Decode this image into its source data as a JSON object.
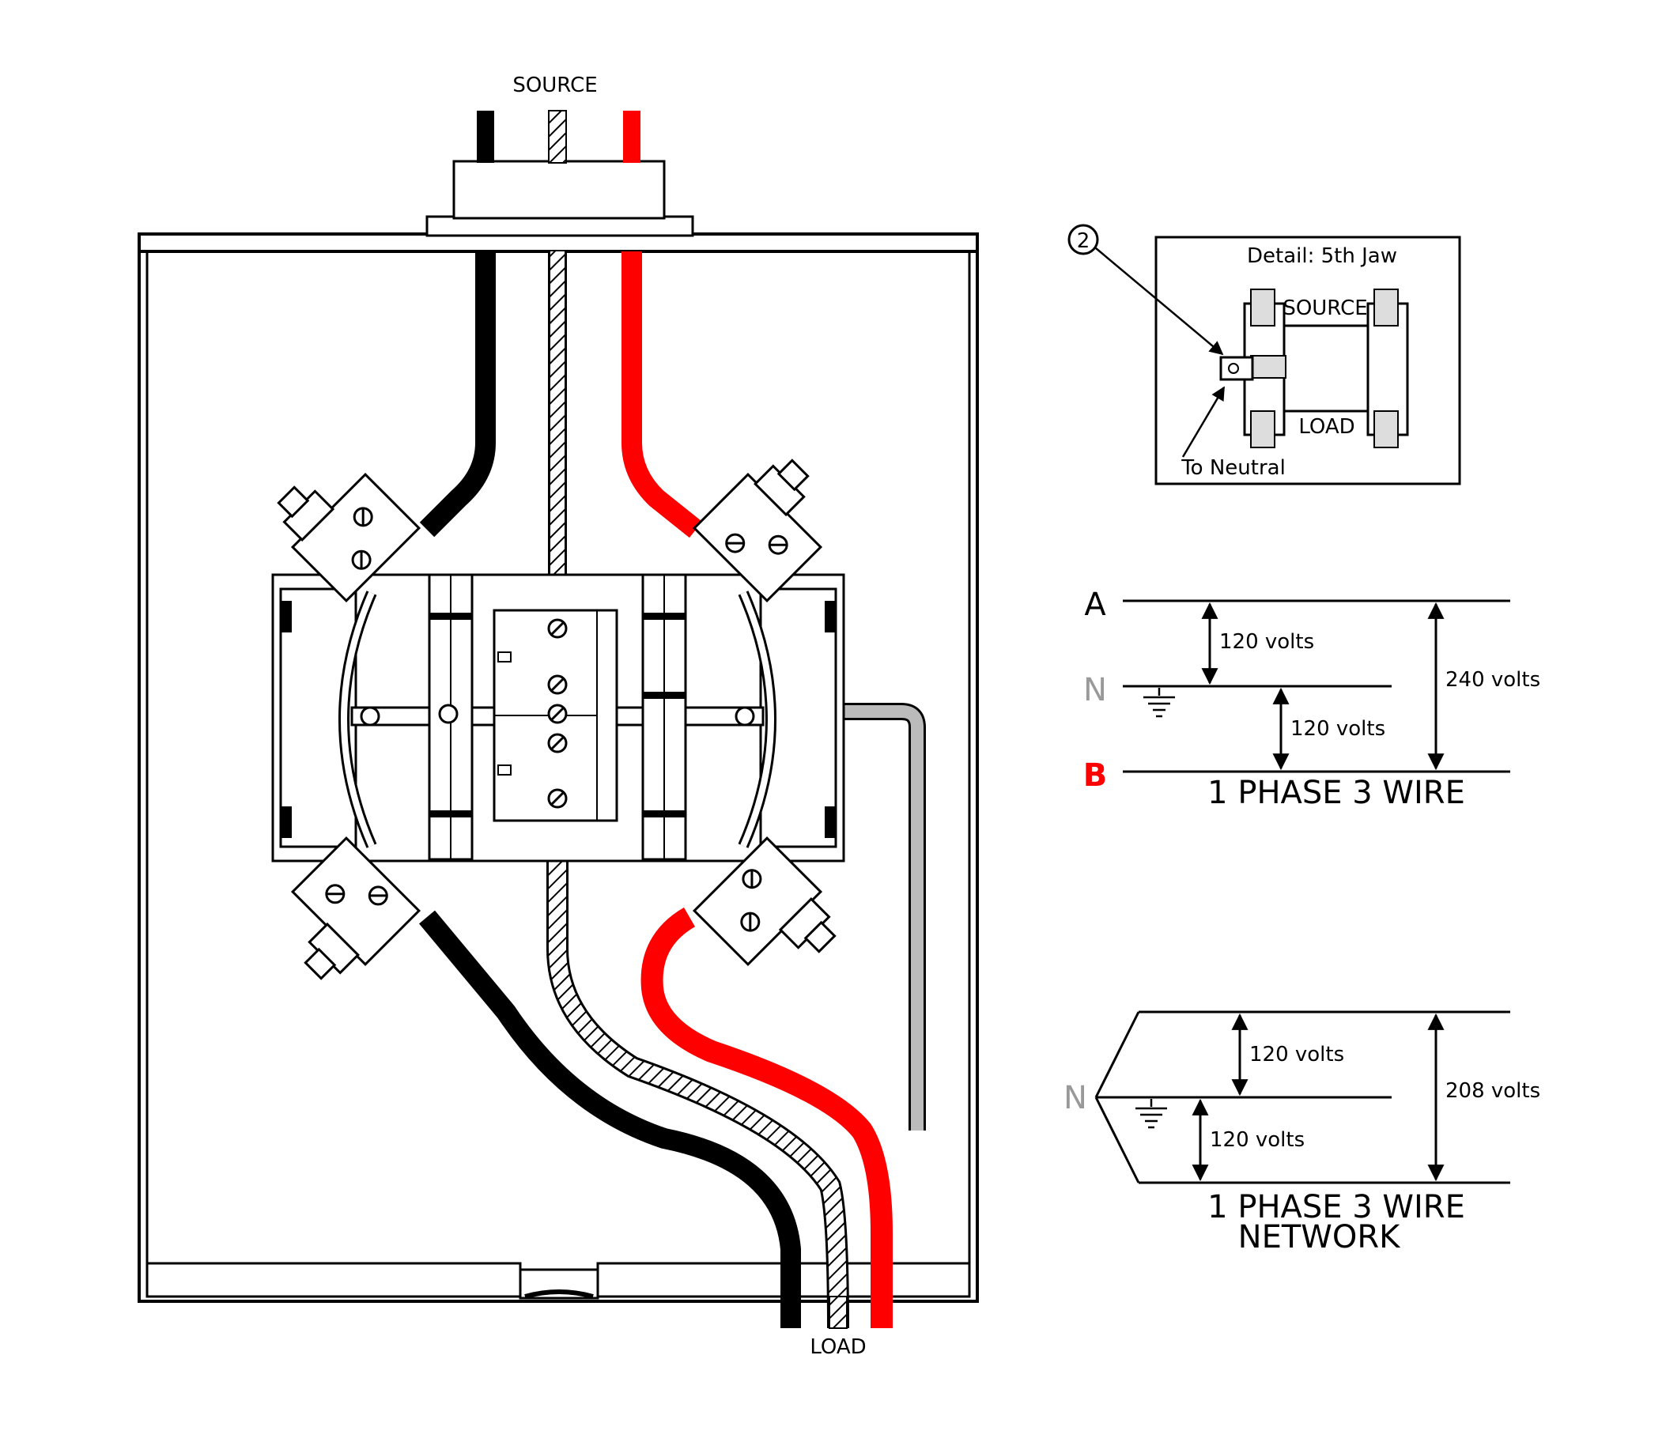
{
  "meter_base": {
    "source_label": "SOURCE",
    "load_label": "LOAD",
    "wire_colors": {
      "hot_a": "#000000",
      "hot_b": "#ff0000",
      "neutral": "#ffffff",
      "ground": "#bbbbbb"
    }
  },
  "detail": {
    "callout_number": "2",
    "title": "Detail: 5th Jaw",
    "source_label": "SOURCE",
    "load_label": "LOAD",
    "neutral_label": "To Neutral"
  },
  "diagram_1": {
    "line_a_label": "A",
    "line_n_label": "N",
    "line_b_label": "B",
    "label_colors": {
      "A": "#000000",
      "N": "#999999",
      "B": "#ff0000"
    },
    "upper_voltage": "120 volts",
    "lower_voltage": "120 volts",
    "total_voltage": "240 volts",
    "title": "1 PHASE 3 WIRE"
  },
  "diagram_2": {
    "line_n_label": "N",
    "upper_voltage": "120 volts",
    "lower_voltage": "120 volts",
    "total_voltage": "208 volts",
    "title_line1": "1 PHASE 3 WIRE",
    "title_line2": "NETWORK"
  }
}
